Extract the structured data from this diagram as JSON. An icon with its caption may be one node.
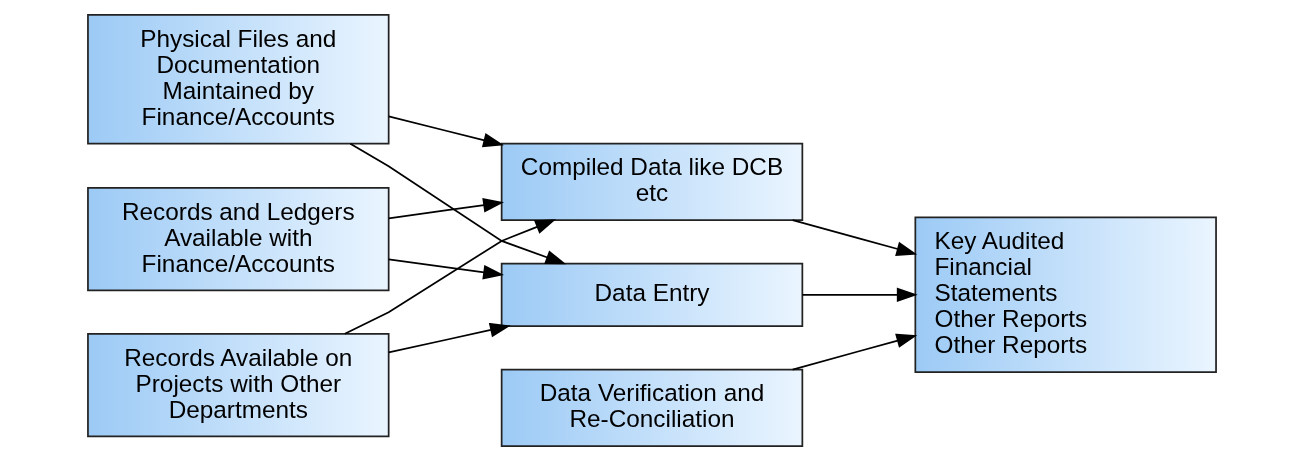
{
  "diagram": {
    "nodes": [
      {
        "text": [
          "Physical Files and Documentation Maintained by Finance/Accounts"
        ]
      },
      {
        "text": [
          "Records and Ledgers Available with Finance/Accounts"
        ]
      },
      {
        "text": [
          "Records Available on Projects with Other Departments"
        ]
      },
      {
        "text": [
          "Data Entry"
        ]
      },
      {
        "text": [
          "Compiled Data like DCB etc"
        ]
      },
      {
        "text": [
          "Data Verification and Re-Conciliation"
        ]
      },
      {
        "text": [
          "Key Audited Financial Statements",
          "Other Reports",
          "Other Reports"
        ]
      }
    ],
    "edges": [
      {
        "from": 0,
        "to": 3,
        "arrow": "to"
      },
      {
        "from": 0,
        "to": 4,
        "arrow": "to"
      },
      {
        "from": 1,
        "to": 3,
        "arrow": "to"
      },
      {
        "from": 1,
        "to": 4,
        "arrow": "to"
      },
      {
        "from": 2,
        "to": 3,
        "arrow": "to"
      },
      {
        "from": 2,
        "to": 4,
        "arrow": "to"
      },
      {
        "from": 3,
        "to": 6,
        "arrow": "to"
      },
      {
        "from": 4,
        "to": 6,
        "arrow": "to"
      },
      {
        "from": 5,
        "to": 6,
        "arrow": "to"
      }
    ]
  }
}
